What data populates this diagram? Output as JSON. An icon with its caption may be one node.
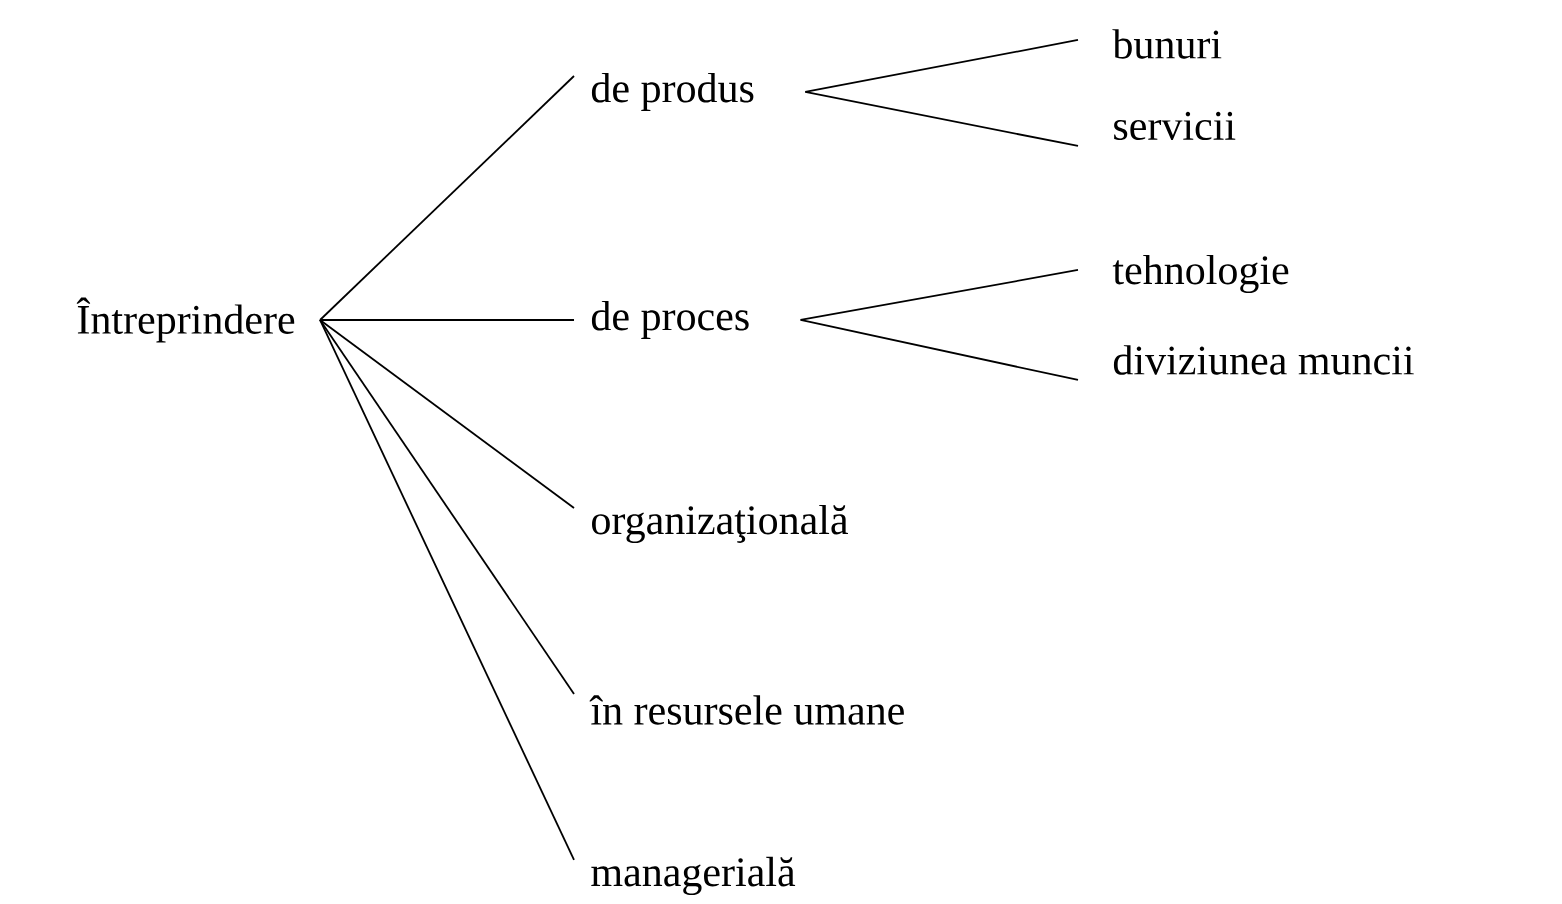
{
  "diagram": {
    "nodes": [
      {
        "text": [
          "Întreprindere"
        ]
      },
      {
        "text": [
          "de produs"
        ]
      },
      {
        "text": [
          "bunuri"
        ]
      },
      {
        "text": [
          "servicii"
        ]
      },
      {
        "text": [
          "de proces"
        ]
      },
      {
        "text": [
          "tehnologie"
        ]
      },
      {
        "text": [
          "diviziunea muncii"
        ]
      },
      {
        "text": [
          "organizaţională"
        ]
      },
      {
        "text": [
          "în resursele umane"
        ]
      },
      {
        "text": [
          "managerială"
        ]
      }
    ],
    "edges": [
      {
        "from": 0,
        "to": 1,
        "arrow": "none"
      },
      {
        "from": 1,
        "to": 2,
        "arrow": "none"
      },
      {
        "from": 1,
        "to": 3,
        "arrow": "none"
      },
      {
        "from": 0,
        "to": 4,
        "arrow": "none"
      },
      {
        "from": 4,
        "to": 5,
        "arrow": "none"
      },
      {
        "from": 4,
        "to": 6,
        "arrow": "none"
      },
      {
        "from": 0,
        "to": 7,
        "arrow": "none"
      },
      {
        "from": 0,
        "to": 8,
        "arrow": "none"
      },
      {
        "from": 0,
        "to": 9,
        "arrow": "none"
      }
    ]
  }
}
